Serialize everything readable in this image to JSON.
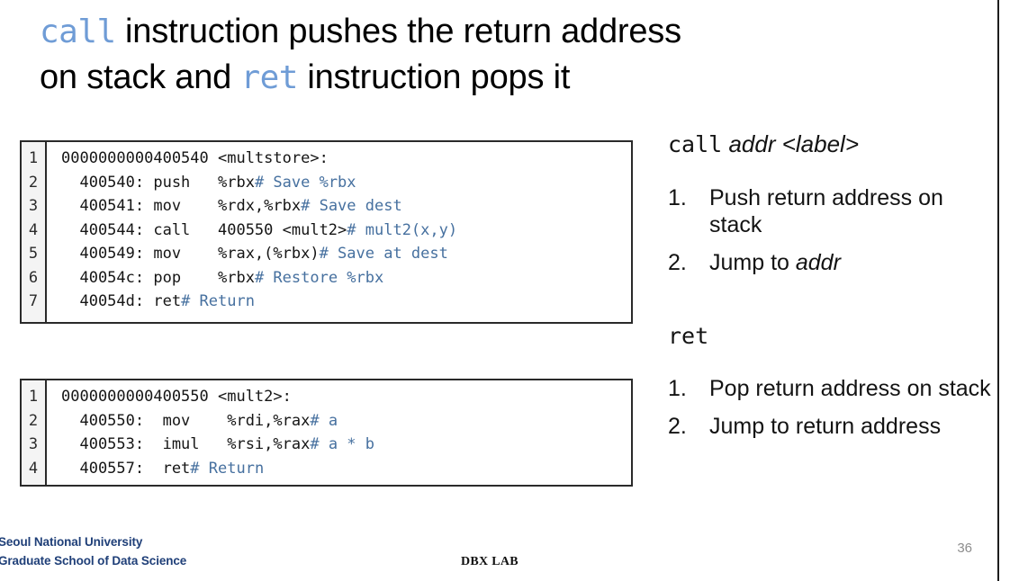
{
  "slide": {
    "title_parts": [
      {
        "text": "call",
        "style": "mono-blue"
      },
      {
        "text": " instruction pushes the return address",
        "style": "plain"
      },
      {
        "text": "on stack and ",
        "style": "plain"
      },
      {
        "text": "ret",
        "style": "mono-blue"
      },
      {
        "text": " instruction pops it",
        "style": "plain"
      }
    ],
    "title_line1_code": "call",
    "title_line1_rest": " instruction pushes the return address",
    "title_line2_pre": "on stack and ",
    "title_line2_code": "ret",
    "title_line2_post": " instruction pops it"
  },
  "code_blocks": [
    {
      "name": "multstore-disassembly",
      "line_numbers": [
        "1",
        "2",
        "3",
        "4",
        "5",
        "6",
        "7"
      ],
      "lines": [
        {
          "code": "0000000000400540 <multstore>:",
          "comment": ""
        },
        {
          "code": "  400540: push   %rbx",
          "comment": "# Save %rbx"
        },
        {
          "code": "  400541: mov    %rdx,%rbx",
          "comment": "# Save dest"
        },
        {
          "code": "  400544: call   400550 <mult2>",
          "comment": "# mult2(x,y)"
        },
        {
          "code": "  400549: mov    %rax,(%rbx)",
          "comment": "# Save at dest"
        },
        {
          "code": "  40054c: pop    %rbx",
          "comment": "# Restore %rbx"
        },
        {
          "code": "  40054d: ret",
          "comment": "# Return"
        }
      ]
    },
    {
      "name": "mult2-disassembly",
      "line_numbers": [
        "1",
        "2",
        "3",
        "4"
      ],
      "lines": [
        {
          "code": "0000000000400550 <mult2>:",
          "comment": ""
        },
        {
          "code": "  400550:  mov    %rdi,%rax",
          "comment": "# a"
        },
        {
          "code": "  400553:  imul   %rsi,%rax",
          "comment": "# a * b"
        },
        {
          "code": "  400557:  ret",
          "comment": "# Return"
        }
      ]
    }
  ],
  "right_column": {
    "call": {
      "mnemonic": "call",
      "operand": "addr <label>",
      "steps": [
        {
          "num": "1.",
          "text_before": "Push return address on stack",
          "emphasis": "",
          "text_after": ""
        },
        {
          "num": "2.",
          "text_before": "Jump to ",
          "emphasis": "addr",
          "text_after": ""
        }
      ]
    },
    "ret": {
      "mnemonic": "ret",
      "operand": "",
      "steps": [
        {
          "num": "1.",
          "text_before": "Pop return address on stack",
          "emphasis": "",
          "text_after": ""
        },
        {
          "num": "2.",
          "text_before": "Jump to return address",
          "emphasis": "",
          "text_after": ""
        }
      ]
    }
  },
  "footer": {
    "org_line1": "Seoul National University",
    "org_line2": "Graduate School of Data Science",
    "lab": "DBX LAB",
    "page_number": "36"
  },
  "colors": {
    "code_keyword_blue": "#6f9cd6",
    "code_comment_blue": "#46709f",
    "org_navy": "#1f3f78",
    "page_gray": "#8d8d8d"
  }
}
